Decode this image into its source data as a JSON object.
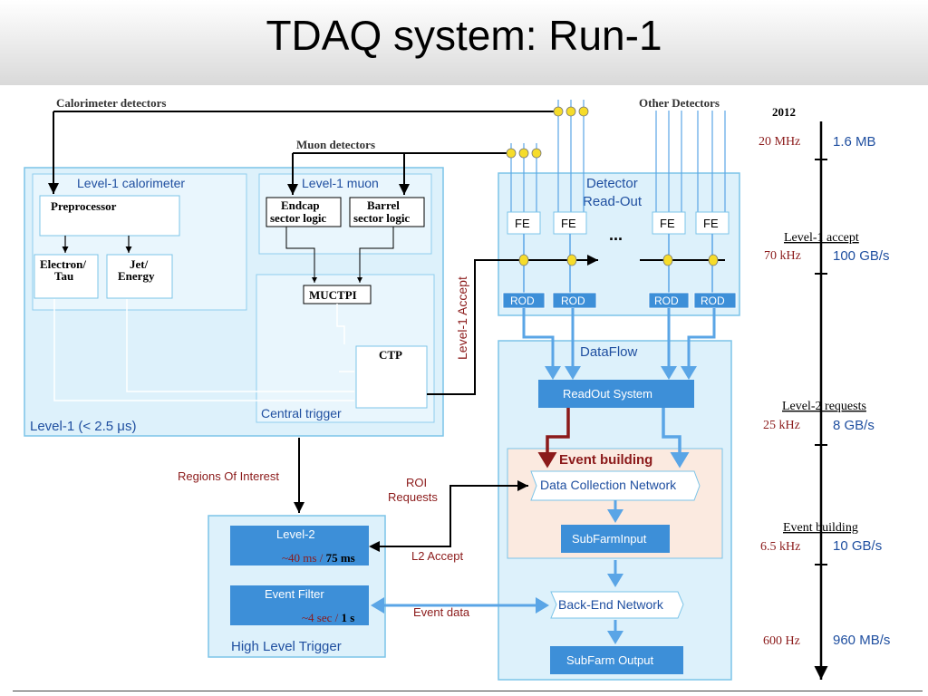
{
  "title": "TDAQ system: Run-1",
  "labels": {
    "calorimeter_detectors": "Calorimeter detectors",
    "other_detectors": "Other Detectors",
    "muon_detectors": "Muon detectors",
    "level1_calorimeter": "Level-1 calorimeter",
    "level1_muon": "Level-1 muon",
    "preprocessor": "Preprocessor",
    "electron": "Electron/",
    "tau": "Tau",
    "jet": "Jet/",
    "energy": "Energy",
    "endcap1": "Endcap",
    "endcap2": "sector logic",
    "barrel1": "Barrel",
    "barrel2": "sector logic",
    "muctpi": "MUCTPI",
    "ctp": "CTP",
    "central_trigger": "Central trigger",
    "level1": "Level-1 (< 2.5 μs)",
    "detector_readout1": "Detector",
    "detector_readout2": "Read-Out",
    "fe": "FE",
    "rod": "ROD",
    "ellipsis": "...",
    "level1_accept": "Level-1 Accept",
    "dataflow": "DataFlow",
    "readout_system": "ReadOut System",
    "event_building": "Event building",
    "data_collection_network": "Data Collection  Network",
    "subfarm_input": "SubFarmInput",
    "backend_network": "Back-End Network",
    "subfarm_output": "SubFarm Output",
    "regions_of_interest": "Regions Of Interest",
    "roi1": "ROI",
    "roi2": "Requests",
    "l2_accept": "L2 Accept",
    "event_data": "Event data",
    "level2": "Level-2",
    "level2_time_a": "~40 ms / ",
    "level2_time_b": "75 ms",
    "event_filter": "Event Filter",
    "ef_time_a": "~4 sec / ",
    "ef_time_b": "1 s",
    "high_level_trigger": "High Level Trigger"
  },
  "rates": {
    "year": "2012",
    "stages": [
      {
        "title": "",
        "rate": "20 MHz",
        "bandwidth": "1.6 MB"
      },
      {
        "title": "Level-1 accept",
        "rate": "70 kHz",
        "bandwidth": "100 GB/s"
      },
      {
        "title": "Level-2 requests",
        "rate": "25 kHz",
        "bandwidth": "8 GB/s"
      },
      {
        "title": "Event building",
        "rate": "6.5 kHz",
        "bandwidth": "10 GB/s"
      },
      {
        "title": "",
        "rate": "600 Hz",
        "bandwidth": "960 MB/s"
      }
    ]
  },
  "colors": {
    "box_fill": "#ddf1fb",
    "box_stroke": "#7cc4e8",
    "label_blue": "#1f4fa0",
    "dark_red": "#8b1a1a",
    "system_fill": "#3d8fd8",
    "event_building_fill": "#fbeae0"
  }
}
